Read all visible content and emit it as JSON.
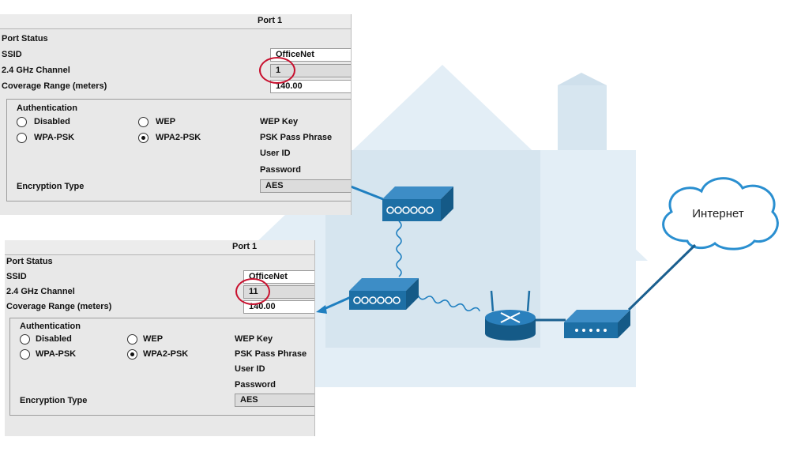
{
  "panels": [
    {
      "header": "Port 1",
      "rows": {
        "port_status": "Port Status",
        "ssid_label": "SSID",
        "channel_label": "2.4 GHz Channel",
        "coverage_label": "Coverage Range (meters)"
      },
      "ssid_value": "OfficeNet",
      "channel_value": "1",
      "coverage_value": "140.00",
      "auth": {
        "title": "Authentication",
        "disabled": "Disabled",
        "wep": "WEP",
        "wpa_psk": "WPA-PSK",
        "wpa2_psk": "WPA2-PSK",
        "selected": "WPA2-PSK"
      },
      "wep_key": "WEP Key",
      "psk_pass_phrase": "PSK Pass Phrase",
      "user_id": "User ID",
      "password": "Password",
      "encryption_label": "Encryption Type",
      "encryption_value": "AES"
    },
    {
      "header": "Port 1",
      "rows": {
        "port_status": "Port Status",
        "ssid_label": "SSID",
        "channel_label": "2.4 GHz Channel",
        "coverage_label": "Coverage Range (meters)"
      },
      "ssid_value": "OfficeNet",
      "channel_value": "11",
      "coverage_value": "140.00",
      "auth": {
        "title": "Authentication",
        "disabled": "Disabled",
        "wep": "WEP",
        "wpa_psk": "WPA-PSK",
        "wpa2_psk": "WPA2-PSK",
        "selected": "WPA2-PSK"
      },
      "wep_key": "WEP Key",
      "psk_pass_phrase": "PSK Pass Phrase",
      "user_id": "User ID",
      "password": "Password",
      "encryption_label": "Encryption Type",
      "encryption_value": "AES"
    }
  ],
  "diagram": {
    "cloud_label": "Интернет",
    "colors": {
      "device_blue": "#1d6fa5",
      "cable_blue": "#1a5f8f",
      "house_fill": "#dce9f2",
      "highlight_red": "#c8102e",
      "pointer_blue": "#1f7fc0"
    }
  }
}
